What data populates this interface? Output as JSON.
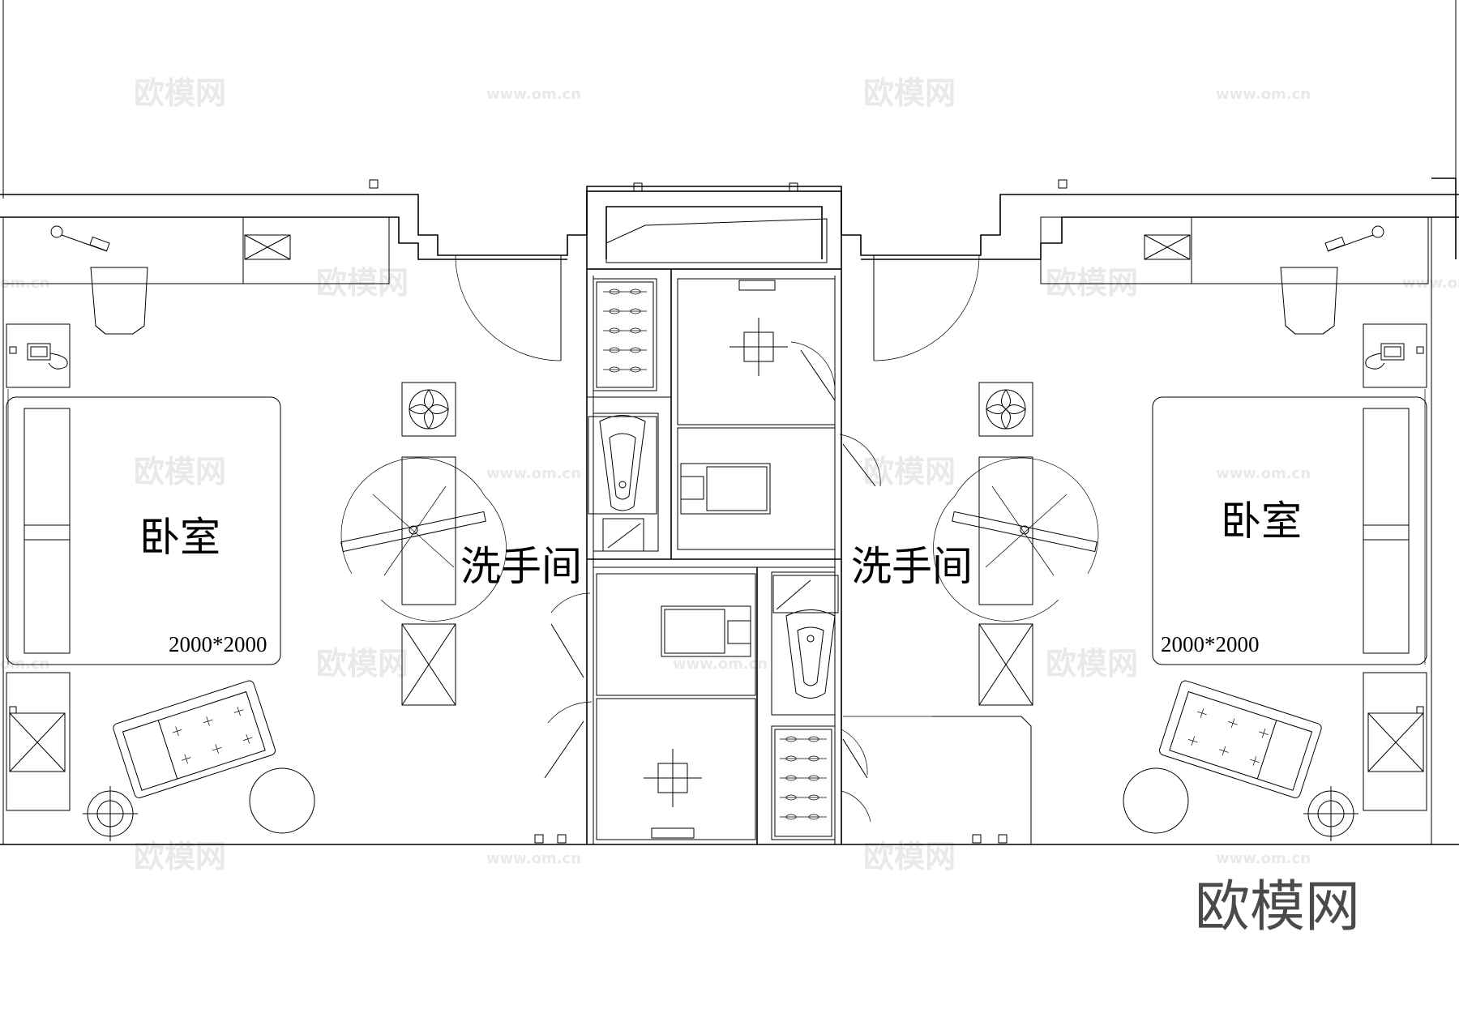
{
  "rooms": {
    "left_bedroom": {
      "label": "卧室",
      "bed_size": "2000*2000"
    },
    "right_bedroom": {
      "label": "卧室",
      "bed_size": "2000*2000"
    },
    "left_washroom": {
      "label": "洗手间"
    },
    "right_washroom": {
      "label": "洗手间"
    }
  },
  "watermarks": {
    "brand": "欧模网",
    "url": "www.om.cn",
    "url_fragment": "om.cn"
  },
  "icons": [
    "telephone-icon",
    "exhaust-fan-icon",
    "floor-lamp-icon",
    "urinal-icon",
    "desk-chair-icon",
    "sofa-icon",
    "door-swing-icon",
    "shaft-cross-icon"
  ],
  "colors": {
    "lines": "#000000",
    "background": "#ffffff",
    "watermark_light": "#e9e9e9",
    "watermark_dark": "#4a4a4a"
  }
}
